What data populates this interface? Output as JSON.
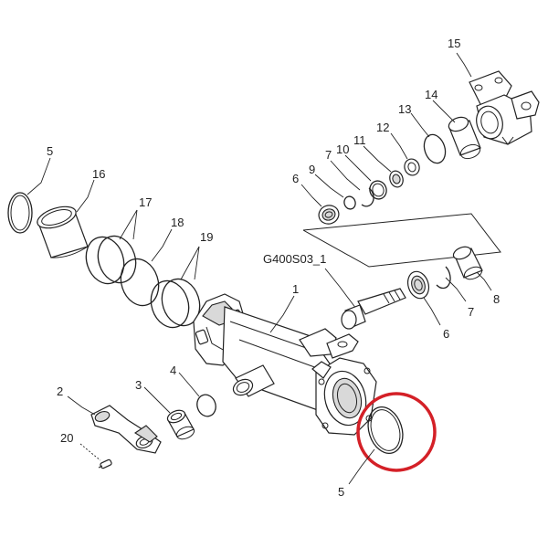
{
  "colors": {
    "background": "#ffffff",
    "line": "#222222",
    "highlight": "#d42027",
    "shade": "#d9d9d9"
  },
  "labels": {
    "part_1": "1",
    "part_2": "2",
    "part_3": "3",
    "part_4": "4",
    "part_5_top": "5",
    "part_5_bottom": "5",
    "part_6_top": "6",
    "part_6_bottom": "6",
    "part_7_top": "7",
    "part_7_bottom": "7",
    "part_8": "8",
    "part_9": "9",
    "part_10": "10",
    "part_11": "11",
    "part_12": "12",
    "part_13": "13",
    "part_14": "14",
    "part_15": "15",
    "part_16": "16",
    "part_17": "17",
    "part_18": "18",
    "part_19": "19",
    "part_20": "20",
    "subassembly": "G400S03_1"
  },
  "highlighted_part": "5"
}
